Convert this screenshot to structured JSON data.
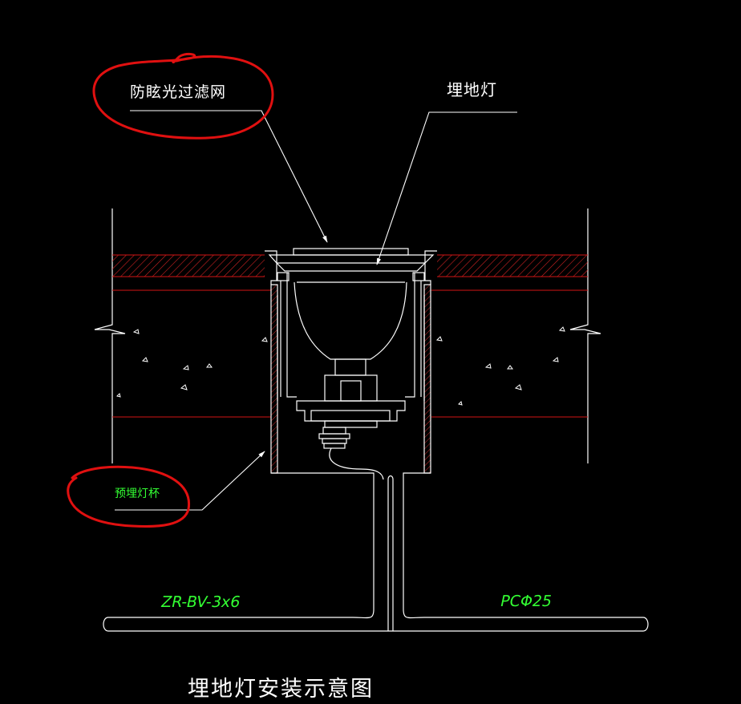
{
  "labels": {
    "anti_glare_filter": "防眩光过滤网",
    "buried_light": "埋地灯",
    "embedded_lamp_cup": "预埋灯杯",
    "cable": "ZR-BV-3x6",
    "conduit": "PCΦ25",
    "title": "埋地灯安装示意图"
  },
  "colors": {
    "background": "#000000",
    "linework": "#ffffff",
    "annotation_text": "#33ff33",
    "boundary_lines": "#d21414",
    "markup_circles": "#e01010"
  }
}
